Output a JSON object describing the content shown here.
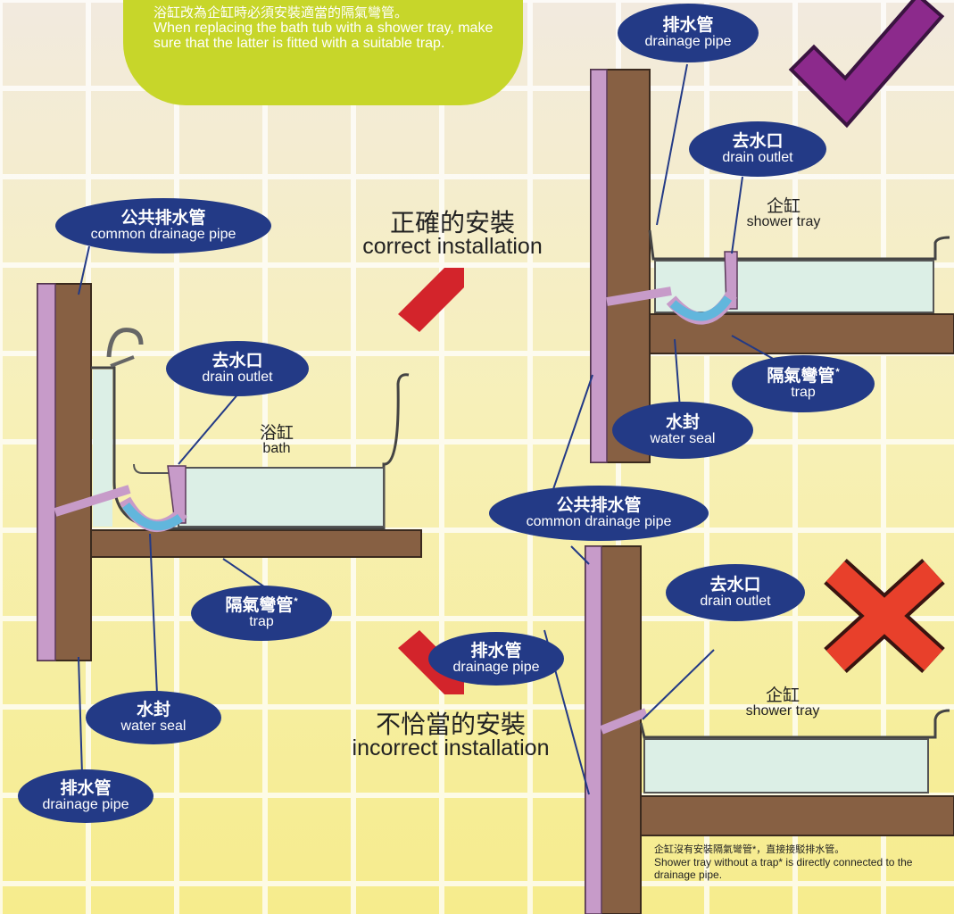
{
  "top_note": {
    "zh": "浴缸改為企缸時必須安裝適當的隔氣彎管。",
    "en": "When replacing the bath tub with a shower tray, make sure that the latter is fitted with a suitable trap."
  },
  "labels": {
    "common_drainage_pipe_left": {
      "zh": "公共排水管",
      "en": "common drainage pipe"
    },
    "drain_outlet_left": {
      "zh": "去水口",
      "en": "drain outlet"
    },
    "bath": {
      "zh": "浴缸",
      "en": "bath"
    },
    "trap_left": {
      "zh": "隔氣彎管",
      "en": "trap",
      "mark": "*"
    },
    "water_seal_left": {
      "zh": "水封",
      "en": "water seal"
    },
    "drainage_pipe_left": {
      "zh": "排水管",
      "en": "drainage pipe"
    },
    "drainage_pipe_top": {
      "zh": "排水管",
      "en": "drainage pipe"
    },
    "drain_outlet_top": {
      "zh": "去水口",
      "en": "drain outlet"
    },
    "shower_tray_top": {
      "zh": "企缸",
      "en": "shower tray"
    },
    "trap_top": {
      "zh": "隔氣彎管",
      "en": "trap",
      "mark": "*"
    },
    "water_seal_top": {
      "zh": "水封",
      "en": "water seal"
    },
    "common_drainage_pipe_mid": {
      "zh": "公共排水管",
      "en": "common drainage pipe"
    },
    "drain_outlet_bottom": {
      "zh": "去水口",
      "en": "drain outlet"
    },
    "shower_tray_bottom": {
      "zh": "企缸",
      "en": "shower tray"
    },
    "drainage_pipe_bottom": {
      "zh": "排水管",
      "en": "drainage pipe"
    }
  },
  "correct": {
    "zh": "正確的安裝",
    "en": "correct installation"
  },
  "incorrect": {
    "zh": "不恰當的安裝",
    "en": "incorrect installation"
  },
  "bottom_note": {
    "zh": "企缸沒有安裝隔氣彎管*，直接接駁排水管。",
    "en": "Shower tray without a trap* is directly connected to the drainage pipe."
  },
  "colors": {
    "background": "#f6ef9c",
    "tile_line": "#ffffff",
    "label_oval": "#233a86",
    "note_bubble": "#c7d62a",
    "arrow_red": "#d3242b",
    "check_purple": "#8c2a8c",
    "cross_red": "#e8402b",
    "soil": "#876043",
    "pipe_pink": "#c79bc9",
    "water_blue": "#62b6dc",
    "tub_fill": "#dcefe6"
  },
  "icons": [
    "check-mark-icon",
    "cross-mark-icon",
    "arrow-up-right-icon",
    "arrow-down-right-icon"
  ]
}
